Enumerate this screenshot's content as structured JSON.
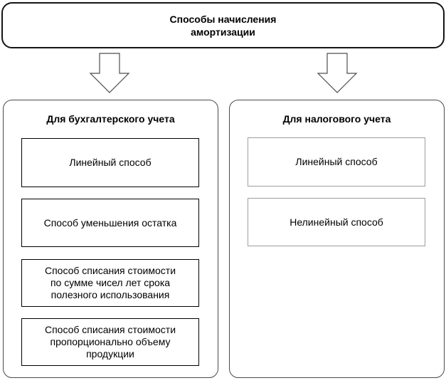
{
  "title": "Способы начисления\nамортизации",
  "columns": [
    {
      "header": "Для бухгалтерского учета",
      "items": [
        "Линейный способ",
        "Способ уменьшения остатка",
        "Способ списания стоимости\nпо сумме чисел лет срока\nполезного использования",
        "Способ списания стоимости\nпропорционально объему\nпродукции"
      ]
    },
    {
      "header": "Для налогового учета",
      "items": [
        "Линейный способ",
        "Нелинейный способ"
      ]
    }
  ],
  "icons": {
    "left_arrow": "down-arrow",
    "right_arrow": "down-arrow"
  },
  "colors": {
    "background": "#ffffff",
    "title_border": "#141414",
    "container_border": "#4a4a4a",
    "item_border_accounting": "#000000",
    "item_border_tax": "#9e9e9e",
    "arrow_outline": "#4d4d4d",
    "text": "#000000"
  }
}
